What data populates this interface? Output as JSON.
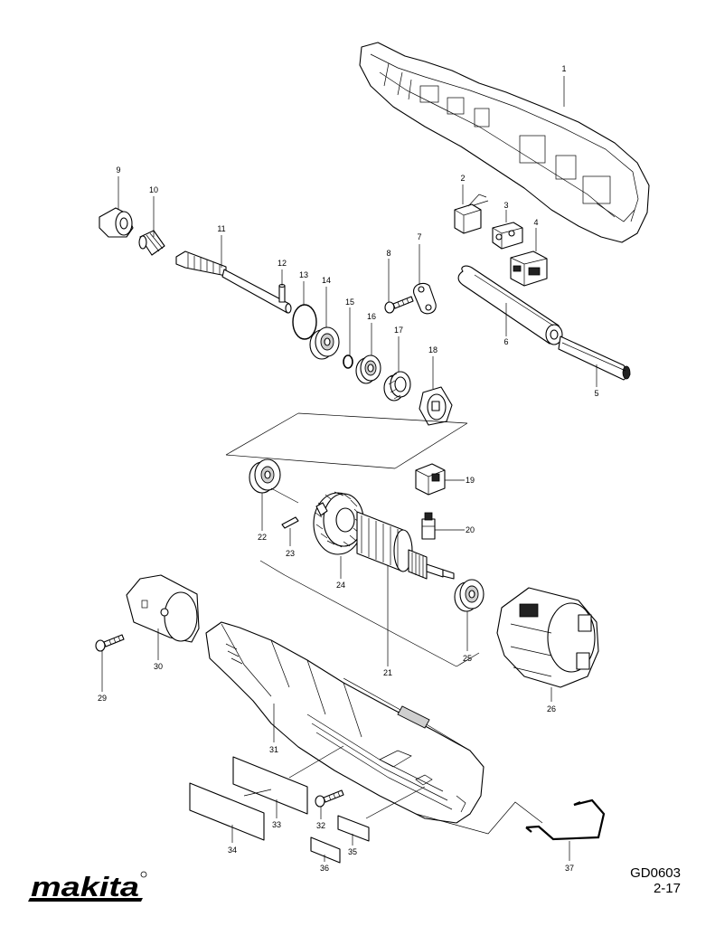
{
  "parts": [
    {
      "id": "part-1",
      "label": "1"
    },
    {
      "id": "part-2",
      "label": "2"
    },
    {
      "id": "part-3",
      "label": "3"
    },
    {
      "id": "part-4",
      "label": "4"
    },
    {
      "id": "part-5",
      "label": "5"
    },
    {
      "id": "part-6",
      "label": "6"
    },
    {
      "id": "part-7",
      "label": "7"
    },
    {
      "id": "part-8",
      "label": "8"
    },
    {
      "id": "part-9",
      "label": "9"
    },
    {
      "id": "part-10",
      "label": "10"
    },
    {
      "id": "part-11",
      "label": "11"
    },
    {
      "id": "part-12",
      "label": "12"
    },
    {
      "id": "part-13",
      "label": "13"
    },
    {
      "id": "part-14",
      "label": "14"
    },
    {
      "id": "part-15",
      "label": "15"
    },
    {
      "id": "part-16",
      "label": "16"
    },
    {
      "id": "part-17",
      "label": "17"
    },
    {
      "id": "part-18",
      "label": "18"
    },
    {
      "id": "part-19",
      "label": "19"
    },
    {
      "id": "part-20",
      "label": "20"
    },
    {
      "id": "part-21",
      "label": "21"
    },
    {
      "id": "part-22",
      "label": "22"
    },
    {
      "id": "part-23",
      "label": "23"
    },
    {
      "id": "part-24",
      "label": "24"
    },
    {
      "id": "part-25",
      "label": "25"
    },
    {
      "id": "part-26",
      "label": "26"
    },
    {
      "id": "part-29",
      "label": "29"
    },
    {
      "id": "part-30",
      "label": "30"
    },
    {
      "id": "part-31",
      "label": "31"
    },
    {
      "id": "part-32",
      "label": "32"
    },
    {
      "id": "part-33",
      "label": "33"
    },
    {
      "id": "part-34",
      "label": "34"
    },
    {
      "id": "part-35",
      "label": "35"
    },
    {
      "id": "part-36",
      "label": "36"
    },
    {
      "id": "part-37",
      "label": "37"
    }
  ],
  "document": {
    "code": "GD0603",
    "page": "2-17"
  },
  "brand": {
    "name": "makita"
  }
}
